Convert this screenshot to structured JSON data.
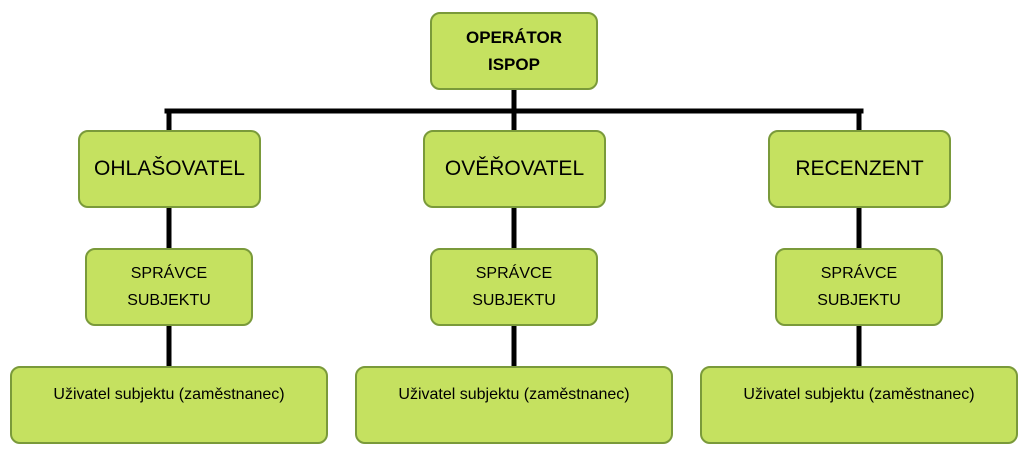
{
  "diagram": {
    "colors": {
      "box_fill": "#c5e160",
      "box_border": "#7a9a3a",
      "connector": "#000000"
    },
    "root": {
      "label": "OPERÁTOR\nISPOP"
    },
    "branches": [
      {
        "role": "OHLAŠOVATEL",
        "admin": "SPRÁVCE\nSUBJEKTU",
        "user": "Uživatel subjektu (zaměstnanec)"
      },
      {
        "role": "OVĚŘOVATEL",
        "admin": "SPRÁVCE\nSUBJEKTU",
        "user": "Uživatel subjektu (zaměstnanec)"
      },
      {
        "role": "RECENZENT",
        "admin": "SPRÁVCE\nSUBJEKTU",
        "user": "Uživatel subjektu (zaměstnanec)"
      }
    ]
  }
}
